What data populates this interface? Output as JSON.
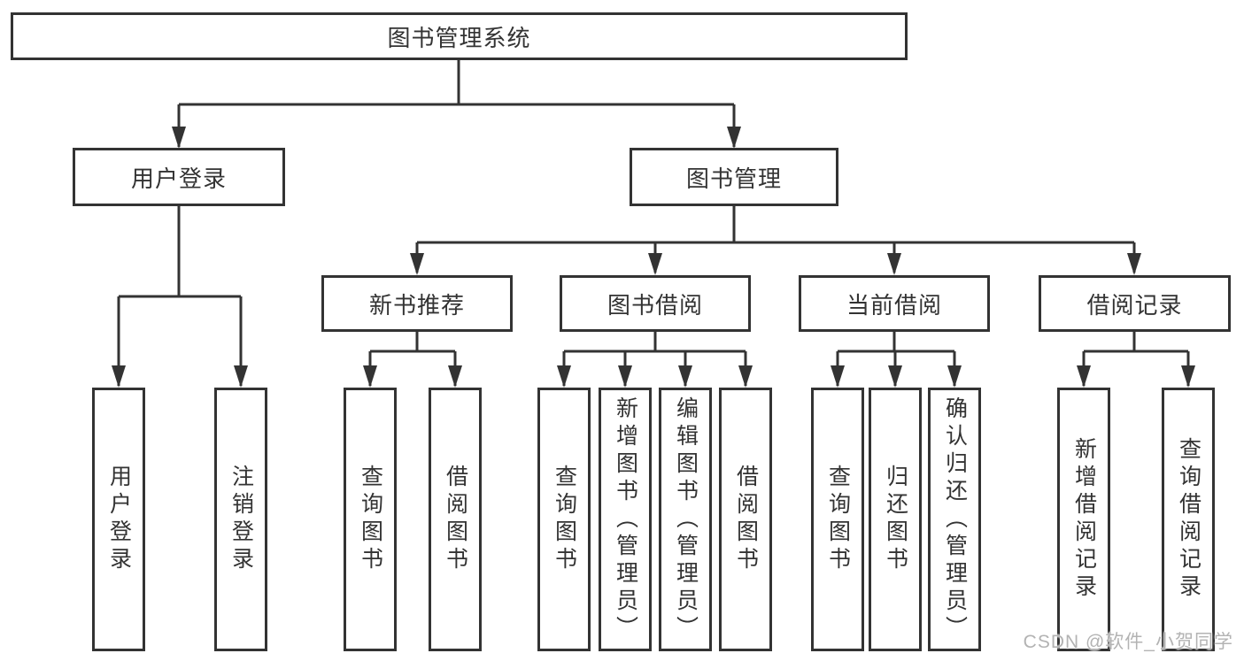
{
  "diagram": {
    "root": {
      "label": "图书管理系统"
    },
    "branches": [
      {
        "label": "用户登录",
        "children": [
          {
            "label": "用户登录"
          },
          {
            "label": "注销登录"
          }
        ]
      },
      {
        "label": "图书管理",
        "children": [
          {
            "label": "新书推荐",
            "children": [
              {
                "label": "查询图书"
              },
              {
                "label": "借阅图书"
              }
            ]
          },
          {
            "label": "图书借阅",
            "children": [
              {
                "label": "查询图书"
              },
              {
                "label": "新增图书（管理员）"
              },
              {
                "label": "编辑图书（管理员）"
              },
              {
                "label": "借阅图书"
              }
            ]
          },
          {
            "label": "当前借阅",
            "children": [
              {
                "label": "查询图书"
              },
              {
                "label": "归还图书"
              },
              {
                "label": "确认归还（管理员）"
              }
            ]
          },
          {
            "label": "借阅记录",
            "children": [
              {
                "label": "新增借阅记录"
              },
              {
                "label": "查询借阅记录"
              }
            ]
          }
        ]
      }
    ]
  },
  "watermark": {
    "text": "CSDN @软件_小贺同学"
  },
  "colors": {
    "line": "#333333",
    "text": "#333333",
    "background": "#ffffff",
    "watermark": "#b3b3b3"
  }
}
